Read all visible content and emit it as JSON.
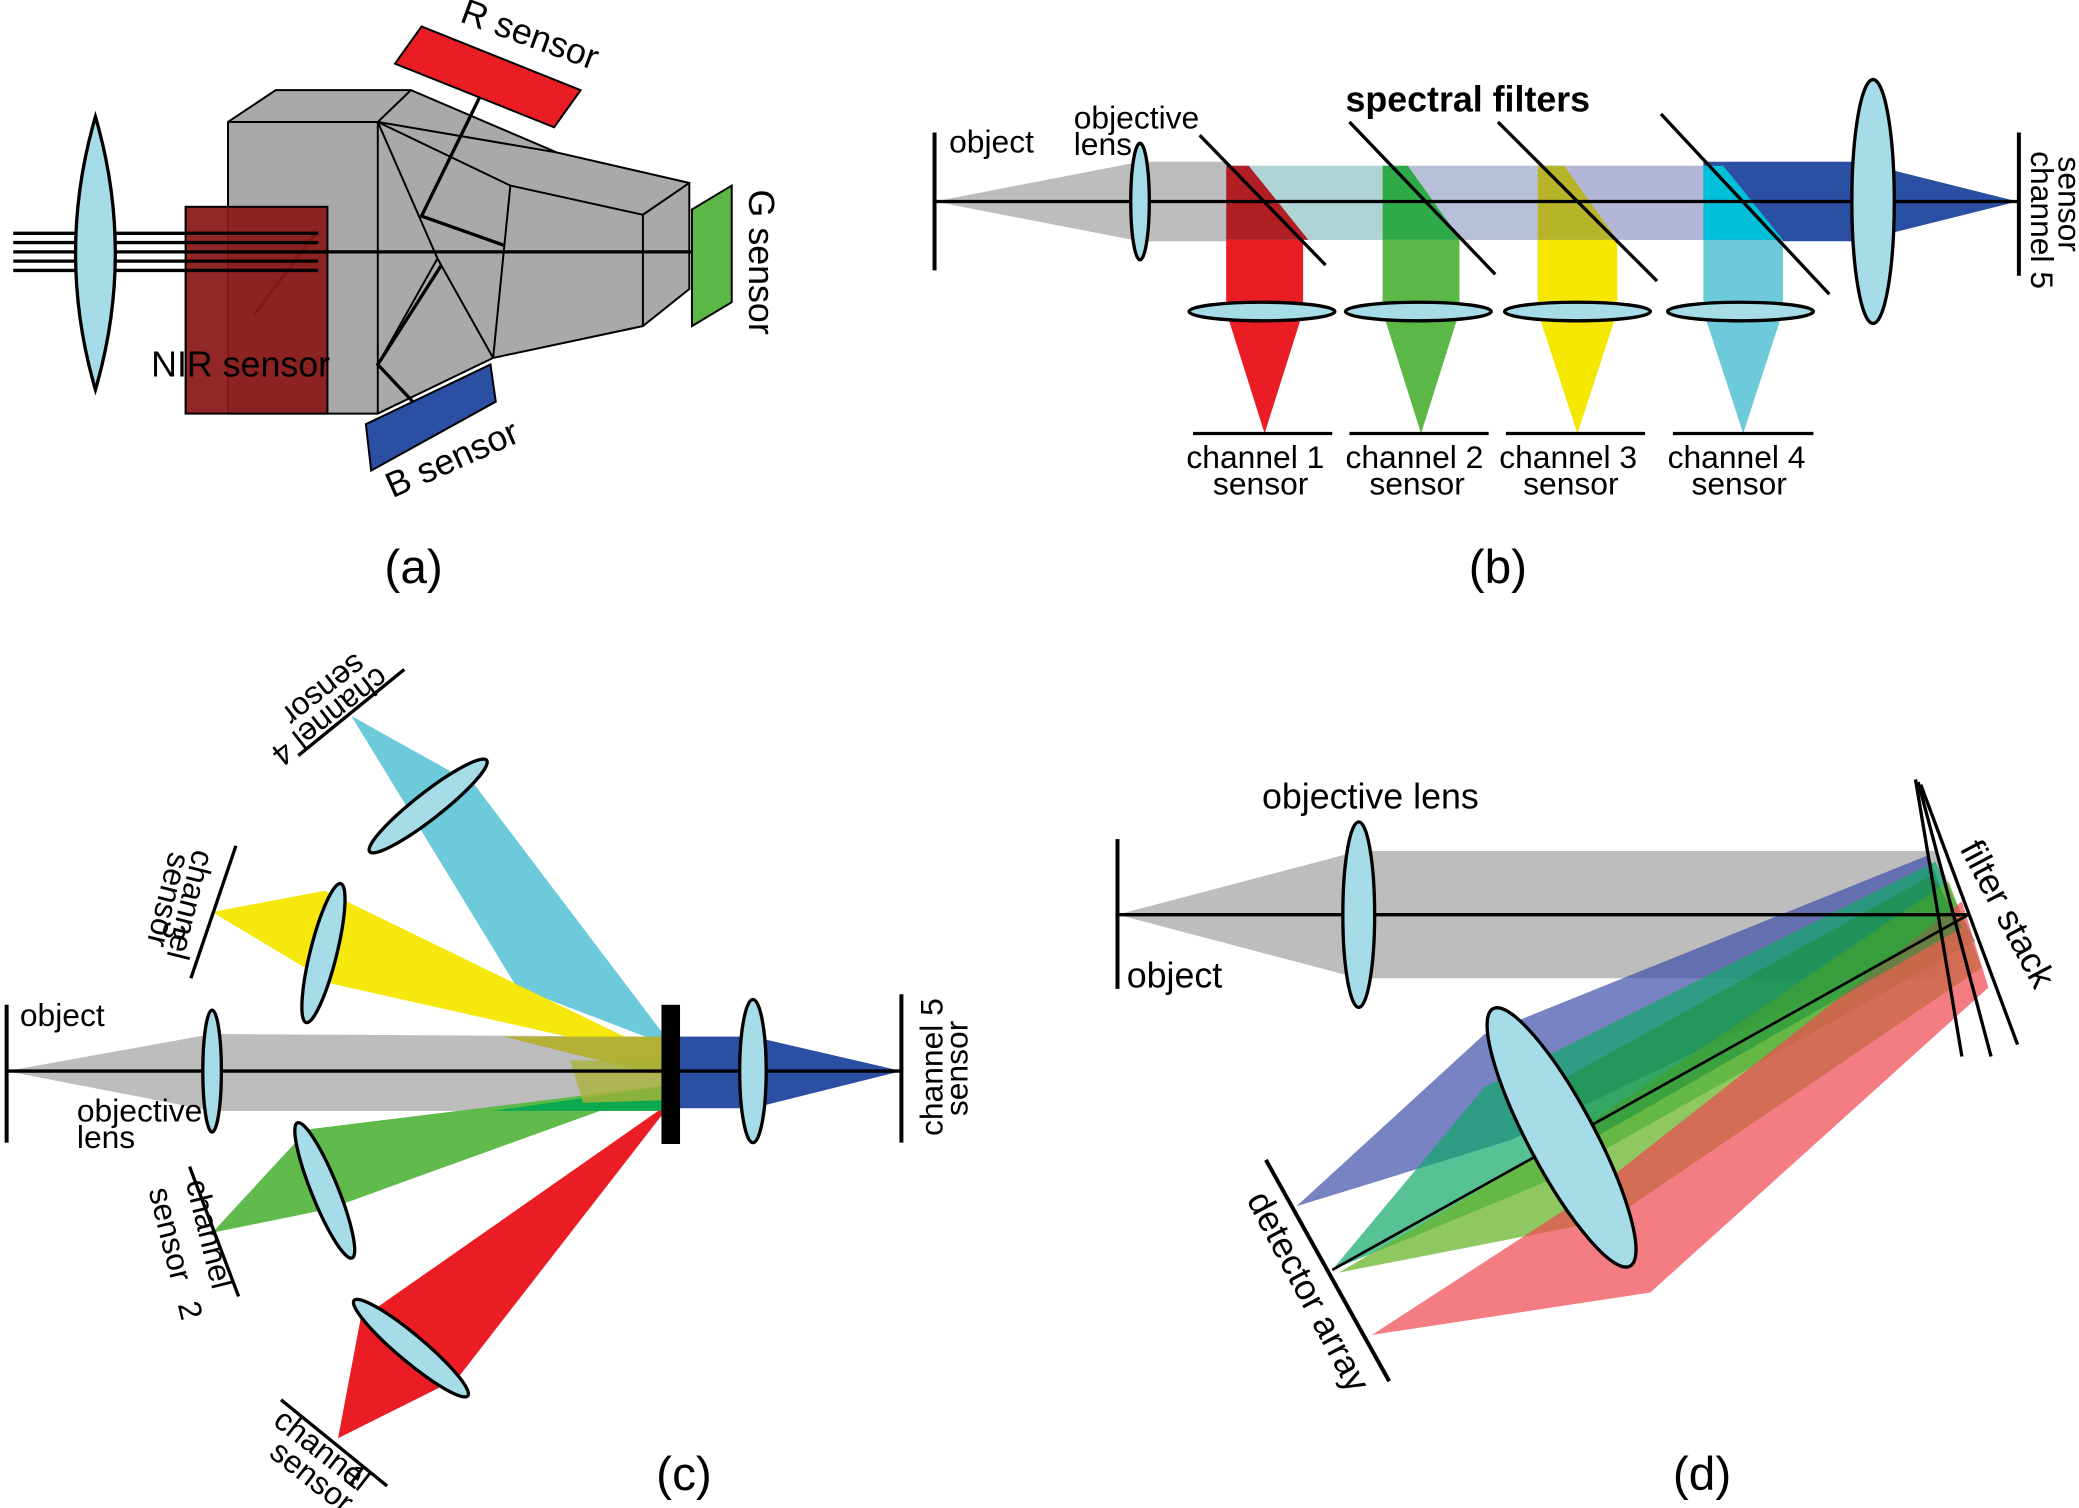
{
  "colors": {
    "lens": "#a6dbe8",
    "gray_beam": "#bdbdbd",
    "prism": "#a9a9a9",
    "red": "#ea1c24",
    "green": "#5cb846",
    "yellow": "#f5e700",
    "cyan": "#6ccadb",
    "blue": "#2a4fa3",
    "nir": "#8b1a1a"
  },
  "panel_a": {
    "caption": "(a)",
    "r_sensor": "R sensor",
    "g_sensor": "G sensor",
    "b_sensor": "B sensor",
    "nir_sensor": "NIR sensor"
  },
  "panel_b": {
    "caption": "(b)",
    "object": "object",
    "objective_lens_1": "objective",
    "objective_lens_2": "lens",
    "spectral_filters": "spectral filters",
    "channel5_line1": "channel 5",
    "channel5_line2": "sensor",
    "channels": [
      {
        "line1": "channel 1",
        "line2": "sensor"
      },
      {
        "line1": "channel 2",
        "line2": "sensor"
      },
      {
        "line1": "channel 3",
        "line2": "sensor"
      },
      {
        "line1": "channel 4",
        "line2": "sensor"
      }
    ]
  },
  "panel_c": {
    "caption": "(c)",
    "object": "object",
    "objective_lens_1": "objective",
    "objective_lens_2": "lens",
    "channel5_line1": "channel 5",
    "channel5_line2": "sensor",
    "channel4_line1": "channel 4",
    "channel4_line2": "sensor",
    "channel3_line1": "channel",
    "channel3_line2": "3",
    "channel3_line3": "sensor",
    "channel2_line1": "channel",
    "channel2_line2": "2",
    "channel2_line3": "sensor",
    "channel1_line1": "channel",
    "channel1_line2": "1",
    "channel1_line3": "sensor"
  },
  "panel_d": {
    "caption": "(d)",
    "objective_lens": "objective lens",
    "object": "object",
    "filter_stack": "filter stack",
    "detector_array": "detector array"
  }
}
